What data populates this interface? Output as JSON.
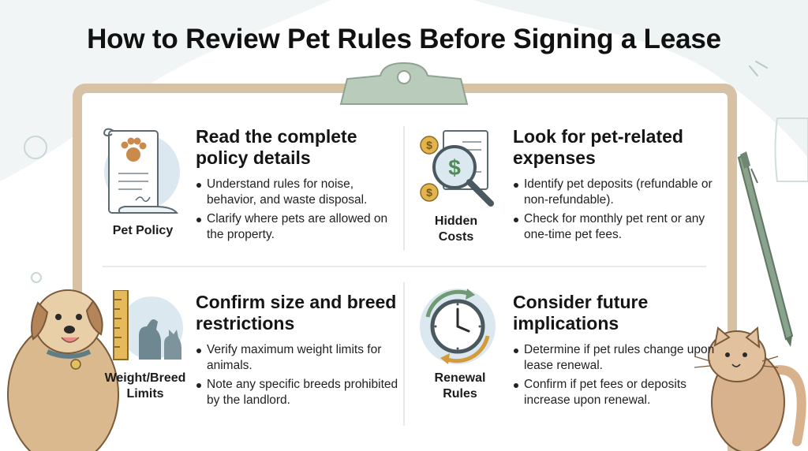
{
  "title": "How to Review Pet Rules Before Signing a Lease",
  "sections": [
    {
      "icon": "pet-policy-document-icon",
      "icon_label": "Pet Policy",
      "heading": "Read the complete policy details",
      "bullets": [
        "Understand rules for noise, behavior, and waste disposal.",
        "Clarify where pets are allowed on the property."
      ]
    },
    {
      "icon": "hidden-costs-magnifier-icon",
      "icon_label": "Hidden Costs",
      "heading": "Look for pet-related expenses",
      "bullets": [
        "Identify pet deposits (refundable or non-refundable).",
        "Check for monthly pet rent or any one-time pet fees."
      ]
    },
    {
      "icon": "weight-breed-ruler-icon",
      "icon_label": "Weight/Breed Limits",
      "heading": "Confirm size and breed restrictions",
      "bullets": [
        "Verify maximum weight limits for animals.",
        "Note any specific breeds prohibited by the landlord."
      ]
    },
    {
      "icon": "renewal-clock-icon",
      "icon_label": "Renewal Rules",
      "heading": "Consider future implications",
      "bullets": [
        "Determine if pet rules change upon lease renewal.",
        "Confirm if pet fees or deposits increase upon renewal."
      ]
    }
  ],
  "colors": {
    "clipboard_frame": "#d8c2a5",
    "clip": "#b9cbbb",
    "icon_circle": "#dbe8f0",
    "dog": "#d9b98d",
    "cat": "#d7b28c",
    "pen": "#8aa38c"
  }
}
